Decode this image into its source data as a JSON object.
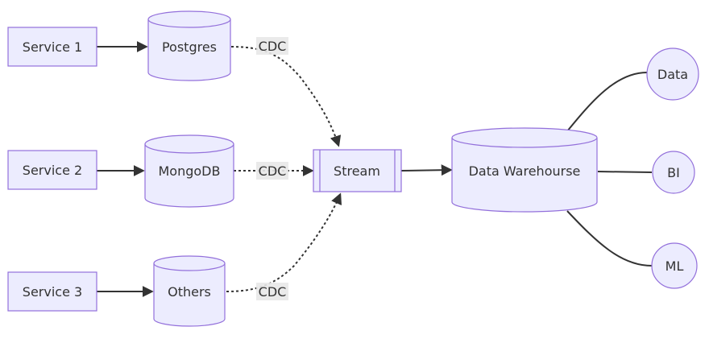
{
  "services": [
    {
      "label": "Service 1"
    },
    {
      "label": "Service 2"
    },
    {
      "label": "Service 3"
    }
  ],
  "databases": [
    {
      "label": "Postgres"
    },
    {
      "label": "MongoDB"
    },
    {
      "label": "Others"
    }
  ],
  "edge_labels": {
    "cdc_1": "CDC",
    "cdc_2": "CDC",
    "cdc_3": "CDC"
  },
  "stream": {
    "label": "Stream"
  },
  "warehouse": {
    "label": "Data Warehourse"
  },
  "consumers": [
    {
      "label": "Data"
    },
    {
      "label": "BI"
    },
    {
      "label": "ML"
    }
  ],
  "colors": {
    "node_fill": "#ececfe",
    "node_stroke": "#9370db",
    "edge": "#333333",
    "edge_label_bg": "#e8e8e8"
  }
}
